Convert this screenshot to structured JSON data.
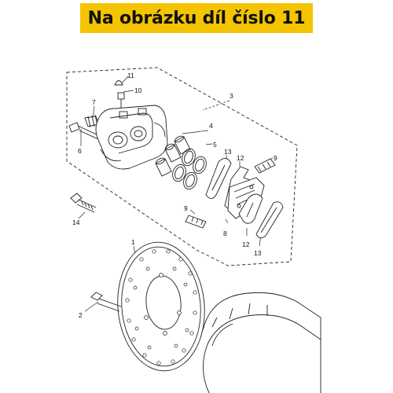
{
  "banner": {
    "text": "Na obrázku díl číslo 11",
    "bg_color": "#f5c400"
  },
  "callouts": {
    "c1": "1",
    "c2": "2",
    "c3": "3",
    "c4": "4",
    "c5": "5",
    "c6": "6",
    "c7": "7",
    "c8": "8",
    "c9a": "9",
    "c9b": "9",
    "c10": "10",
    "c11": "11",
    "c12a": "12",
    "c12b": "12",
    "c13a": "13",
    "c13b": "13",
    "c14": "14"
  }
}
